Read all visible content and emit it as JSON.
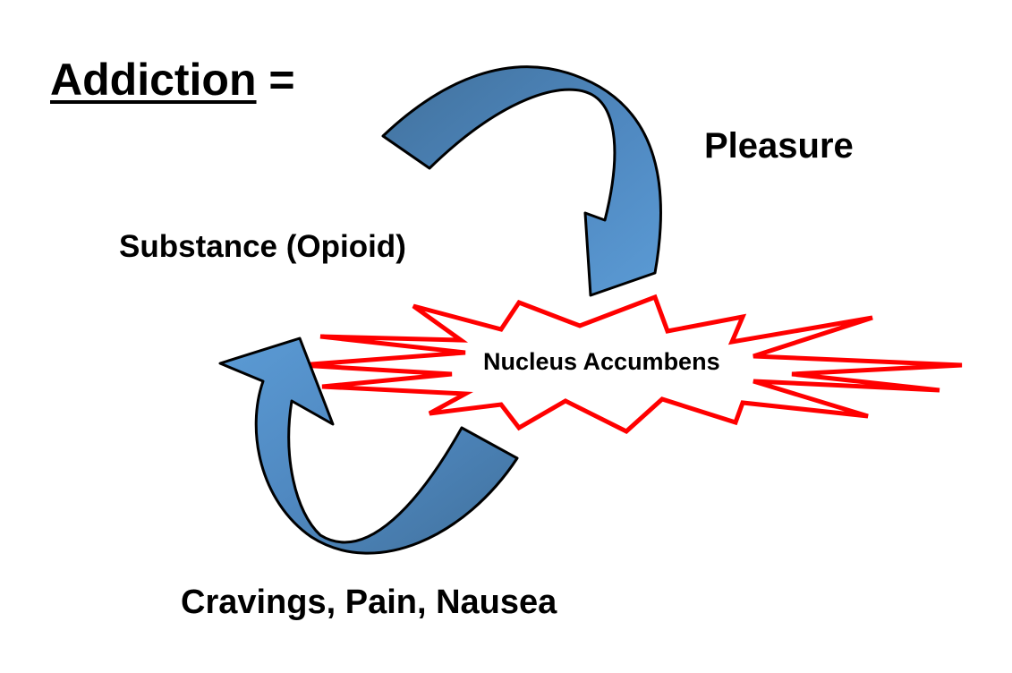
{
  "title": {
    "word": "Addiction",
    "suffix": " ="
  },
  "labels": {
    "pleasure": "Pleasure",
    "substance": "Substance (Opioid)",
    "nucleus": "Nucleus Accumbens",
    "cravings": "Cravings, Pain, Nausea"
  },
  "colors": {
    "arrow_light": "#5b9bd5",
    "arrow_dark": "#41719c",
    "starburst_stroke": "#ff0000",
    "starburst_fill": "#ffffff",
    "text": "#000000"
  },
  "icons": {
    "top_arrow": "curved-arrow-clockwise",
    "bottom_arrow": "curved-arrow-up",
    "burst": "explosion-starburst"
  }
}
